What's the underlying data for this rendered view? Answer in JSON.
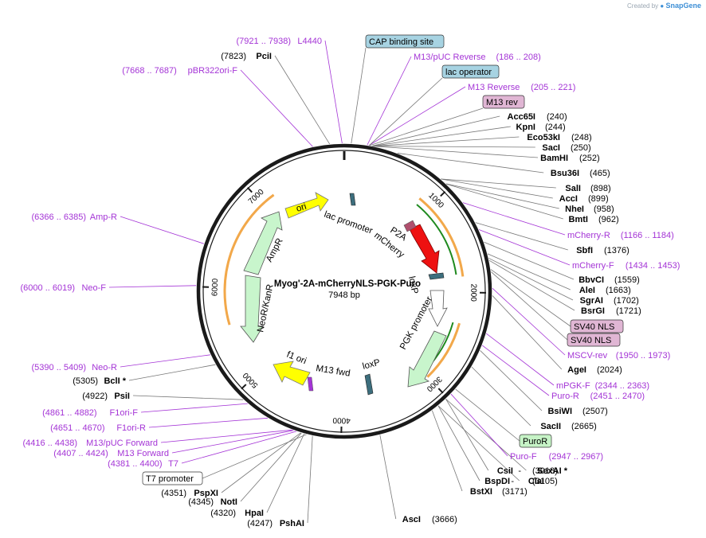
{
  "credit": {
    "created_by": "Created by",
    "brand": "SnapGene"
  },
  "plasmid": {
    "name": "Myog'-2A-mCherryNLS-PGK-Puro",
    "length": "7948 bp"
  },
  "ticks": [
    {
      "label": "1000",
      "pos": 1000
    },
    {
      "label": "2000",
      "pos": 2000
    },
    {
      "label": "3000",
      "pos": 3000
    },
    {
      "label": "4000",
      "pos": 4000
    },
    {
      "label": "5000",
      "pos": 5000
    },
    {
      "label": "6000",
      "pos": 6000
    },
    {
      "label": "7000",
      "pos": 7000
    }
  ],
  "enzymes_right": [
    {
      "name": "Acc65I",
      "num": "(240)"
    },
    {
      "name": "KpnI",
      "num": "(244)"
    },
    {
      "name": "Eco53kI",
      "num": "(248)"
    },
    {
      "name": "SacI",
      "num": "(250)"
    },
    {
      "name": "BamHI",
      "num": "(252)"
    },
    {
      "name": "Bsu36I",
      "num": "(465)"
    },
    {
      "name": "SalI",
      "num": "(898)"
    },
    {
      "name": "AccI",
      "num": "(899)"
    },
    {
      "name": "NheI",
      "num": "(958)"
    },
    {
      "name": "BmtI",
      "num": "(962)"
    },
    {
      "name": "SbfI",
      "num": "(1376)"
    },
    {
      "name": "BbvCI",
      "num": "(1559)"
    },
    {
      "name": "AleI",
      "num": "(1663)"
    },
    {
      "name": "SgrAI",
      "num": "(1702)"
    },
    {
      "name": "BsrGI",
      "num": "(1721)"
    },
    {
      "name": "AgeI",
      "num": "(2024)"
    },
    {
      "name": "BsiWI",
      "num": "(2507)"
    },
    {
      "name": "SacII",
      "num": "(2665)"
    },
    {
      "name": "CsiI",
      "num": "(3018)"
    },
    {
      "name": "SexAI *",
      "num": ""
    },
    {
      "name": "BspDI",
      "num": "(3105)"
    },
    {
      "name": "ClaI",
      "num": ""
    },
    {
      "name": "BstXI",
      "num": "(3171)"
    },
    {
      "name": "AscI",
      "num": "(3666)"
    }
  ],
  "enzymes_left": [
    {
      "name": "PciI",
      "num": "(7823)"
    },
    {
      "name": "BclI *",
      "num": "(5305)"
    },
    {
      "name": "PsiI",
      "num": "(4922)"
    },
    {
      "name": "PspXI",
      "num": "(4351)"
    },
    {
      "name": "NotI",
      "num": "(4345)"
    },
    {
      "name": "HpaI",
      "num": "(4320)"
    },
    {
      "name": "PshAI",
      "num": "(4247)"
    }
  ],
  "primers_right": [
    {
      "name": "M13/pUC Reverse",
      "range": "(186 .. 208)"
    },
    {
      "name": "M13 Reverse",
      "range": "(205 .. 221)"
    },
    {
      "name": "mCherry-R",
      "range": "(1166 .. 1184)"
    },
    {
      "name": "mCherry-F",
      "range": "(1434 .. 1453)"
    },
    {
      "name": "MSCV-rev",
      "range": "(1950 .. 1973)"
    },
    {
      "name": "mPGK-F",
      "range": "(2344 .. 2363)"
    },
    {
      "name": "Puro-R",
      "range": "(2451 .. 2470)"
    },
    {
      "name": "Puro-F",
      "range": "(2947 .. 2967)"
    }
  ],
  "primers_left": [
    {
      "name": "L4440",
      "range": "(7921 .. 7938)"
    },
    {
      "name": "pBR322ori-F",
      "range": "(7668 .. 7687)"
    },
    {
      "name": "Amp-R",
      "range": "(6366 .. 6385)"
    },
    {
      "name": "Neo-F",
      "range": "(6000 .. 6019)"
    },
    {
      "name": "Neo-R",
      "range": "(5390 .. 5409)"
    },
    {
      "name": "F1ori-F",
      "range": "(4861 .. 4882)"
    },
    {
      "name": "F1ori-R",
      "range": "(4651 .. 4670)"
    },
    {
      "name": "M13/pUC Forward",
      "range": "(4416 .. 4438)"
    },
    {
      "name": "M13 Forward",
      "range": "(4407 .. 4424)"
    },
    {
      "name": "T7",
      "range": "(4381 .. 4400)"
    }
  ],
  "boxes": {
    "cap": "CAP binding site",
    "lac_operator": "lac operator",
    "m13rev": "M13 rev",
    "sv40_a": "SV40 NLS",
    "sv40_b": "SV40 NLS",
    "puror": "PuroR",
    "t7promoter": "T7 promoter"
  },
  "features": {
    "ori": "ori",
    "lac_promoter": "lac promoter",
    "p2a": "P2A",
    "mcherry": "mCherry",
    "loxp_top": "loxP",
    "pgk_promoter": "PGK promoter",
    "loxp_bottom": "loxP",
    "m13fwd": "M13 fwd",
    "f1ori": "f1 ori",
    "neor": "NeoR/KanR",
    "ampr": "AmpR"
  },
  "colors": {
    "backbone": "#1a1a1a",
    "primer": "#a434d6",
    "orange_feature": "#f2a84a",
    "green_primer": "#1f8a1f",
    "mcherry": "#ee1111",
    "resistance": "#c8f5cc",
    "ori": "#ffff00",
    "promoter": "#ffffff",
    "box_blue": "#a7d3e2",
    "box_pink": "#e0b6d4",
    "box_green": "#c6f3c6"
  }
}
